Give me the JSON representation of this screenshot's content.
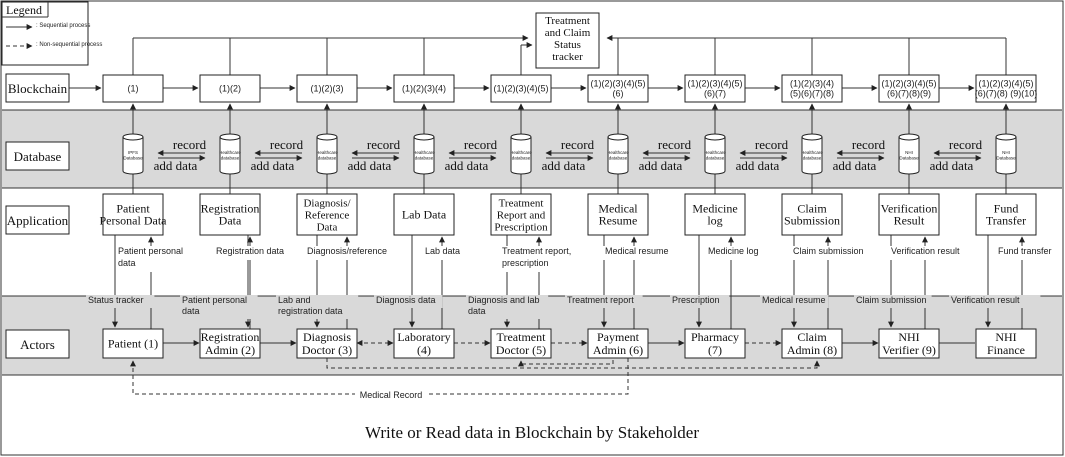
{
  "legend": {
    "title": "Legend",
    "sequential": "Sequential process",
    "non_sequential": "Non-sequential process"
  },
  "rows": {
    "blockchain": "Blockchain",
    "database": "Database",
    "application": "Application",
    "actors": "Actors"
  },
  "tracker": [
    "Treatment",
    "and Claim",
    "Status",
    "tracker"
  ],
  "blocks": [
    [
      "(1)"
    ],
    [
      "(1)(2)"
    ],
    [
      "(1)(2)(3)"
    ],
    [
      "(1)(2)(3)(4)"
    ],
    [
      "(1)(2)(3)(4)(5)"
    ],
    [
      "(1)(2)(3)(4)(5)",
      "(6)"
    ],
    [
      "(1)(2)(3)(4)(5)",
      "(6)(7)"
    ],
    [
      "(1)(2)(3)(4)",
      "(5)(6)(7)(8)"
    ],
    [
      "(1)(2)(3)(4)(5)",
      "(6)(7)(8)(9)"
    ],
    [
      "(1)(2)(3)(4)(5)",
      "(6)(7)(8) (9)(10)"
    ]
  ],
  "databases": [
    [
      "IPFS",
      "Database"
    ],
    [
      "Healthcare",
      "database"
    ],
    [
      "Healthcare",
      "database"
    ],
    [
      "Healthcare",
      "database"
    ],
    [
      "Healthcare",
      "database"
    ],
    [
      "Healthcare",
      "database"
    ],
    [
      "Healthcare",
      "database"
    ],
    [
      "Healthcare",
      "database"
    ],
    [
      "NHI",
      "Database"
    ],
    [
      "NHI",
      "Database"
    ]
  ],
  "db_link": {
    "record": "record",
    "add": "add data"
  },
  "applications": [
    [
      "Patient",
      "Personal Data"
    ],
    [
      "Registration",
      "Data"
    ],
    [
      "Diagnosis/",
      "Reference",
      "Data"
    ],
    [
      "Lab Data"
    ],
    [
      "Treatment",
      "Report and",
      "Prescription"
    ],
    [
      "Medical",
      "Resume"
    ],
    [
      "Medicine",
      "log"
    ],
    [
      "Claim",
      "Submission"
    ],
    [
      "Verification",
      "Result"
    ],
    [
      "Fund",
      "Transfer"
    ]
  ],
  "up_labels": [
    [
      "Patient personal",
      "data"
    ],
    [
      "Registration data"
    ],
    [
      "Diagnosis/reference"
    ],
    [
      "Lab data"
    ],
    [
      "Treatment report,",
      "prescription"
    ],
    [
      "Medical resume"
    ],
    [
      "Medicine log"
    ],
    [
      "Claim submission"
    ],
    [
      "Verification result"
    ],
    [
      "Fund transfer"
    ]
  ],
  "down_labels": [
    [
      "Status tracker"
    ],
    [
      "Patient personal",
      "data"
    ],
    [
      "Lab and",
      "registration data"
    ],
    [
      "Diagnosis data"
    ],
    [
      "Diagnosis and lab",
      "data"
    ],
    [
      "Treatment report"
    ],
    [
      "Prescription"
    ],
    [
      "Medical resume"
    ],
    [
      "Claim submission"
    ],
    [
      "Verification result"
    ]
  ],
  "actors": [
    [
      "Patient (1)"
    ],
    [
      "Registration",
      "Admin (2)"
    ],
    [
      "Diagnosis",
      "Doctor (3)"
    ],
    [
      "Laboratory",
      "(4)"
    ],
    [
      "Treatment",
      "Doctor (5)"
    ],
    [
      "Payment",
      "Admin (6)"
    ],
    [
      "Pharmacy",
      "(7)"
    ],
    [
      "Claim",
      "Admin (8)"
    ],
    [
      "NHI",
      "Verifier (9)"
    ],
    [
      "NHI",
      "Finance"
    ]
  ],
  "medical_record": "Medical Record",
  "caption": "Write or Read data in Blockchain by Stakeholder"
}
